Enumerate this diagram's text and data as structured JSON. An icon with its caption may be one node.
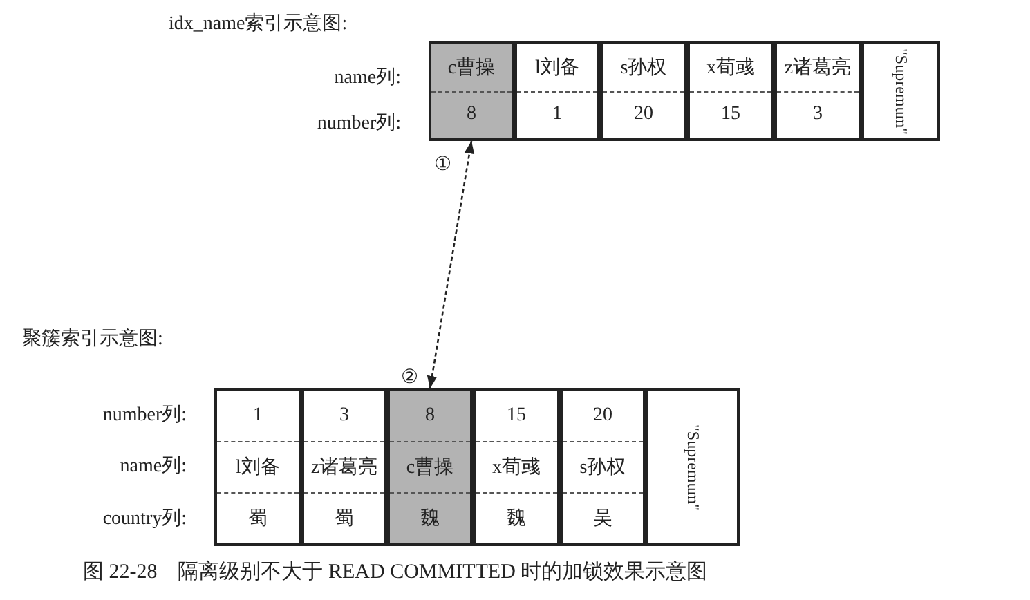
{
  "diagram": {
    "caption": "图 22-28　隔离级别不大于 READ COMMITTED 时的加锁效果示意图",
    "nodes": [
      {
        "text": [
          "c曹操",
          "8"
        ]
      },
      {
        "text": [
          "l刘备",
          "1"
        ]
      },
      {
        "text": [
          "s孙权",
          "20"
        ]
      },
      {
        "text": [
          "x荀彧",
          "15"
        ]
      },
      {
        "text": [
          "z诸葛亮",
          "3"
        ]
      },
      {
        "text": [
          "\"Supremum\""
        ]
      },
      {
        "text": [
          "1",
          "l刘备",
          "蜀"
        ]
      },
      {
        "text": [
          "3",
          "z诸葛亮",
          "蜀"
        ]
      },
      {
        "text": [
          "8",
          "c曹操",
          "魏"
        ]
      },
      {
        "text": [
          "15",
          "x荀彧",
          "魏"
        ]
      },
      {
        "text": [
          "20",
          "s孙权",
          "吴"
        ]
      },
      {
        "text": [
          "\"Supremum\""
        ]
      }
    ],
    "edges": [
      {
        "from": 0,
        "to": 8,
        "arrow": "both",
        "style": "dashed"
      }
    ],
    "labels": [
      "idx_name索引示意图:",
      "name列:",
      "number列:",
      "①",
      "聚簇索引示意图:",
      "②",
      "number列:",
      "name列:",
      "country列:"
    ]
  }
}
